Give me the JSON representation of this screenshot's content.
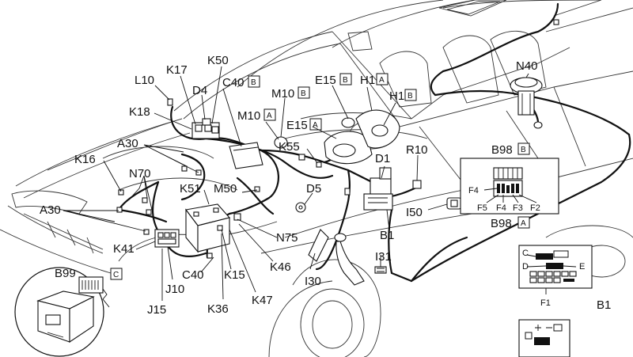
{
  "labels": {
    "L10": "L10",
    "K17": "K17",
    "K50": "K50",
    "D4": "D4",
    "C40": "C40",
    "C40b": "B",
    "M10": "M10",
    "M10b": "B",
    "M10a": "M10",
    "M10ab": "A",
    "E15": "E15",
    "E15b": "B",
    "E15a": "E15",
    "E15ab": "A",
    "H1": "H1",
    "H1b": "A",
    "H1x": "H1",
    "H1xb": "B",
    "K18": "K18",
    "A30": "A30",
    "A30b": "A30",
    "K16": "K16",
    "N70": "N70",
    "K55": "K55",
    "D1": "D1",
    "R10": "R10",
    "K51": "K51",
    "M50": "M50",
    "D5": "D5",
    "N75": "N75",
    "K46": "K46",
    "K15": "K15",
    "C40c": "C40",
    "K41": "K41",
    "J10": "J10",
    "J15": "J15",
    "K36": "K36",
    "K47": "K47",
    "I30": "I30",
    "I31": "I31",
    "B1": "B1",
    "I50": "I50",
    "N40": "N40",
    "B98": "B98",
    "B98b": "B",
    "B98a": "B98",
    "B98ab": "A",
    "B99": "B99",
    "B99c": "C",
    "B1right": "B1"
  },
  "fusebox": {
    "F4a": "F4",
    "F5": "F5",
    "F4": "F4",
    "F3": "F3",
    "F2": "F2"
  },
  "b1panel": {
    "C": "C",
    "D": "D",
    "E": "E",
    "F1": "F1"
  }
}
